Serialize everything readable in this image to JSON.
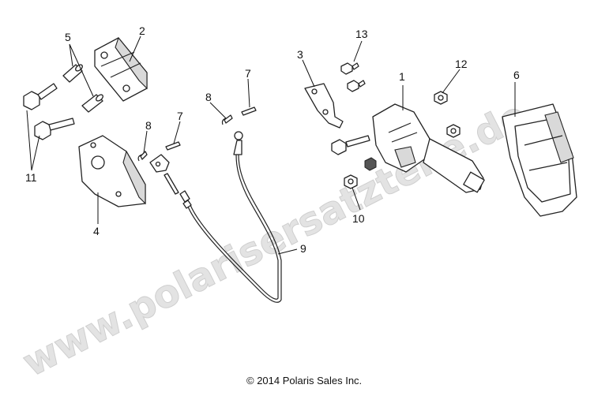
{
  "watermark": "www.polarisersatzteile.de",
  "copyright": "© 2014 Polaris Sales Inc.",
  "callouts": {
    "c1": "1",
    "c2": "2",
    "c3": "3",
    "c4": "4",
    "c5": "5",
    "c6": "6",
    "c7a": "7",
    "c7b": "7",
    "c8a": "8",
    "c8b": "8",
    "c9": "9",
    "c10": "10",
    "c11": "11",
    "c12": "12",
    "c13": "13"
  }
}
